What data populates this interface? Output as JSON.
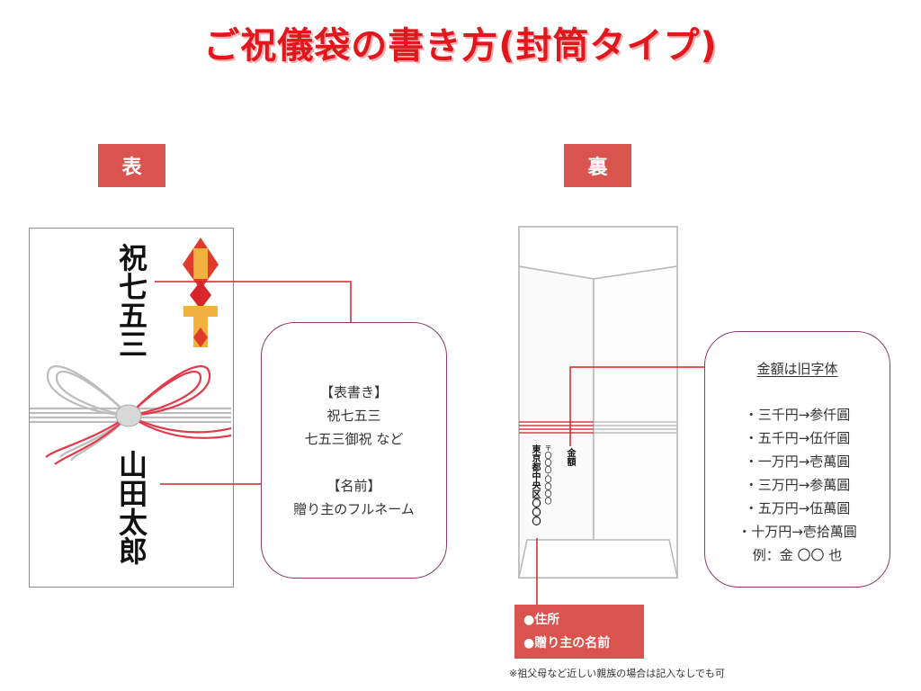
{
  "title": "ご祝儀袋の書き方(封筒タイプ)",
  "front": {
    "tag": "表",
    "omotegaki": "祝七五三",
    "name": "山田太郎",
    "card": {
      "header": "【表書き】",
      "line1": "祝七五三",
      "line2": "七五三御祝 など",
      "name_header": "【名前】",
      "name_line": "贈り主のフルネーム"
    }
  },
  "back": {
    "tag": "裏",
    "amount": "金額",
    "zip": "〒〇〇〇-〇〇〇〇",
    "address": "東京都中央区〇〇〇",
    "card": {
      "header": "金額は旧字体",
      "items": [
        "・三千円→参仟圓",
        "・五千円→伍仟圓",
        "・一万円→壱萬圓",
        "・三万円→参萬圓",
        "・五万円→伍萬圓",
        "・十万円→壱拾萬圓"
      ],
      "example": "例：金 〇〇 也"
    },
    "addr_box": {
      "line1": "●住所",
      "line2": "●贈り主の名前"
    },
    "note": "※祖父母など近しい親族の場合は記入なしでも可"
  },
  "colors": {
    "accent": "#d9534f",
    "title": "#e0181e",
    "line": "#d6242b"
  }
}
